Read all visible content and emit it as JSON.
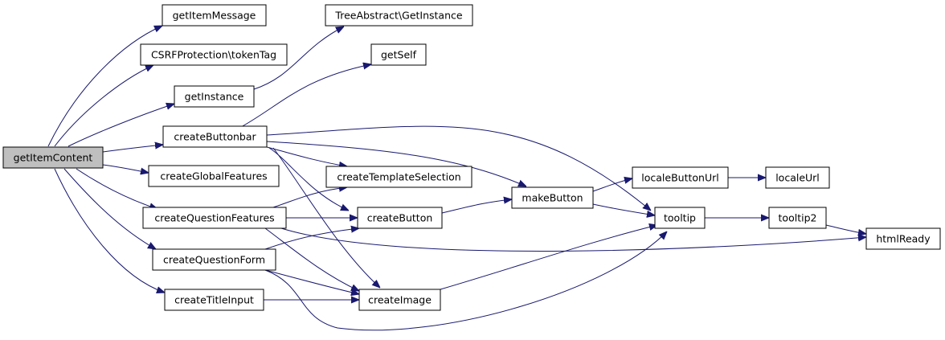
{
  "colors": {
    "edge": "#191970",
    "root_fill": "#bfbfbf",
    "node_fill": "#ffffff",
    "node_stroke": "#000000"
  },
  "nodes": {
    "getItemContent": "getItemContent",
    "getItemMessage": "getItemMessage",
    "CSRFProtection_tokenTag": "CSRFProtection\\tokenTag",
    "getInstance": "getInstance",
    "TreeAbstract_GetInstance": "TreeAbstract\\GetInstance",
    "getSelf": "getSelf",
    "createButtonbar": "createButtonbar",
    "createGlobalFeatures": "createGlobalFeatures",
    "createTemplateSelection": "createTemplateSelection",
    "createQuestionFeatures": "createQuestionFeatures",
    "createButton": "createButton",
    "createQuestionForm": "createQuestionForm",
    "createTitleInput": "createTitleInput",
    "createImage": "createImage",
    "makeButton": "makeButton",
    "localeButtonUrl": "localeButtonUrl",
    "localeUrl": "localeUrl",
    "tooltip": "tooltip",
    "tooltip2": "tooltip2",
    "htmlReady": "htmlReady"
  }
}
